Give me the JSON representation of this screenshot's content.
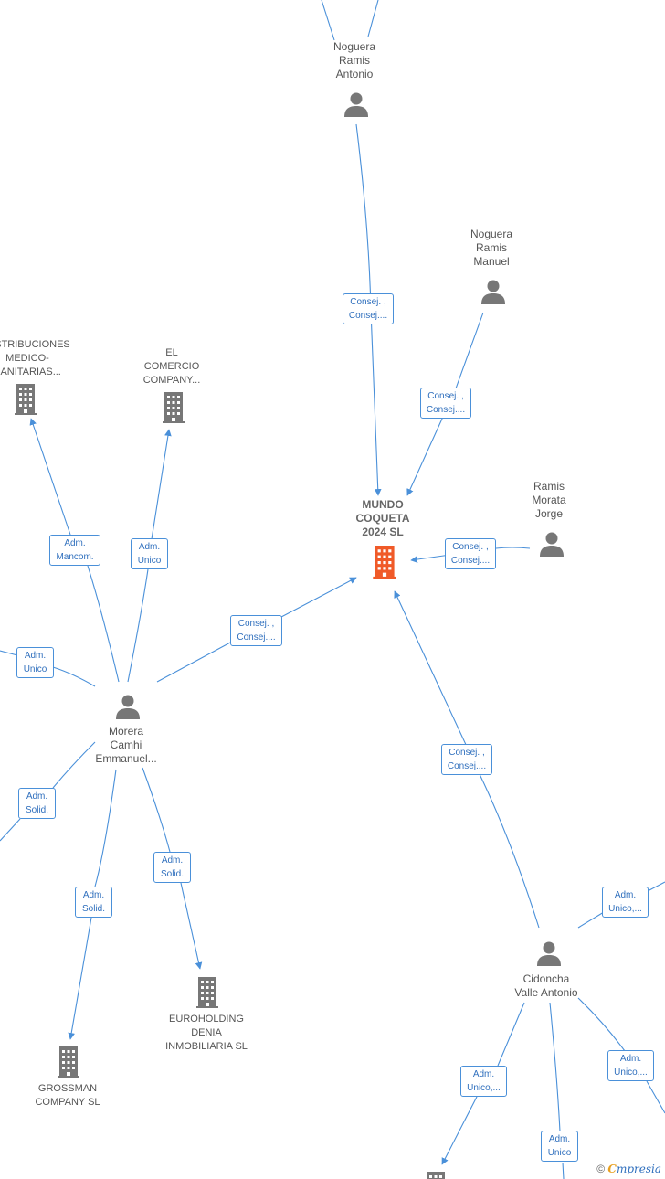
{
  "colors": {
    "edge": "#4a90d9",
    "person_icon": "#777777",
    "company_icon": "#777777",
    "center_icon": "#f05a28"
  },
  "nodes": [
    {
      "id": "n_noguera_antonio",
      "type": "person",
      "lines": [
        "Noguera",
        "Ramis",
        "Antonio"
      ]
    },
    {
      "id": "n_noguera_manuel",
      "type": "person",
      "lines": [
        "Noguera",
        "Ramis",
        "Manuel"
      ]
    },
    {
      "id": "n_ramis_jorge",
      "type": "person",
      "lines": [
        "Ramis",
        "Morata",
        "Jorge"
      ]
    },
    {
      "id": "n_mundo",
      "type": "company-main",
      "lines": [
        "MUNDO",
        "COQUETA",
        "2024  SL"
      ]
    },
    {
      "id": "n_distribuciones",
      "type": "company",
      "lines": [
        "DISTRIBUCIONES",
        "MEDICO-",
        "SANITARIAS..."
      ]
    },
    {
      "id": "n_el_comercio",
      "type": "company",
      "lines": [
        "EL",
        "COMERCIO",
        "COMPANY..."
      ]
    },
    {
      "id": "n_morera",
      "type": "person",
      "lines": [
        "Morera",
        "Camhi",
        "Emmanuel..."
      ]
    },
    {
      "id": "n_euroholding",
      "type": "company",
      "lines": [
        "EUROHOLDING",
        "DENIA",
        "INMOBILIARIA SL"
      ]
    },
    {
      "id": "n_grossman",
      "type": "company",
      "lines": [
        "GROSSMAN",
        "COMPANY SL"
      ]
    },
    {
      "id": "n_cidoncha",
      "type": "person",
      "lines": [
        "Cidoncha",
        "Valle Antonio"
      ]
    },
    {
      "id": "n_bottom_company",
      "type": "company",
      "lines": []
    }
  ],
  "edges": [
    {
      "id": "e1",
      "lines": [
        "Consej. ,",
        "Consej...."
      ]
    },
    {
      "id": "e2",
      "lines": [
        "Consej. ,",
        "Consej...."
      ]
    },
    {
      "id": "e3",
      "lines": [
        "Consej. ,",
        "Consej...."
      ]
    },
    {
      "id": "e4",
      "lines": [
        "Consej. ,",
        "Consej...."
      ]
    },
    {
      "id": "e5",
      "lines": [
        "Consej. ,",
        "Consej...."
      ]
    },
    {
      "id": "e6",
      "lines": [
        "Adm.",
        "Mancom."
      ]
    },
    {
      "id": "e7",
      "lines": [
        "Adm.",
        "Unico"
      ]
    },
    {
      "id": "e8",
      "lines": [
        "Adm.",
        "Unico"
      ]
    },
    {
      "id": "e9",
      "lines": [
        "Adm.",
        "Solid."
      ]
    },
    {
      "id": "e10",
      "lines": [
        "Adm.",
        "Solid."
      ]
    },
    {
      "id": "e11",
      "lines": [
        "Adm.",
        "Solid."
      ]
    },
    {
      "id": "e12",
      "lines": [
        "Adm.",
        "Unico,..."
      ]
    },
    {
      "id": "e13",
      "lines": [
        "Adm.",
        "Unico,..."
      ]
    },
    {
      "id": "e14",
      "lines": [
        "Adm.",
        "Unico,..."
      ]
    },
    {
      "id": "e15",
      "lines": [
        "Adm.",
        "Unico"
      ]
    }
  ],
  "footer": {
    "copyright": "©",
    "brand_initial": "C",
    "brand_rest": "mpresia"
  }
}
